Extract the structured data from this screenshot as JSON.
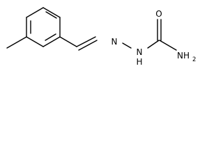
{
  "molecule": {
    "atoms": [
      {
        "element": "N",
        "text": "N"
      },
      {
        "element": "N",
        "text": "N",
        "hydrogen": "H"
      },
      {
        "element": "O",
        "text": "O"
      },
      {
        "element": "N",
        "text": "NH",
        "subscript": "2"
      }
    ],
    "colors": {
      "bond": "#000000",
      "label": "#000000",
      "background": "#ffffff"
    }
  }
}
